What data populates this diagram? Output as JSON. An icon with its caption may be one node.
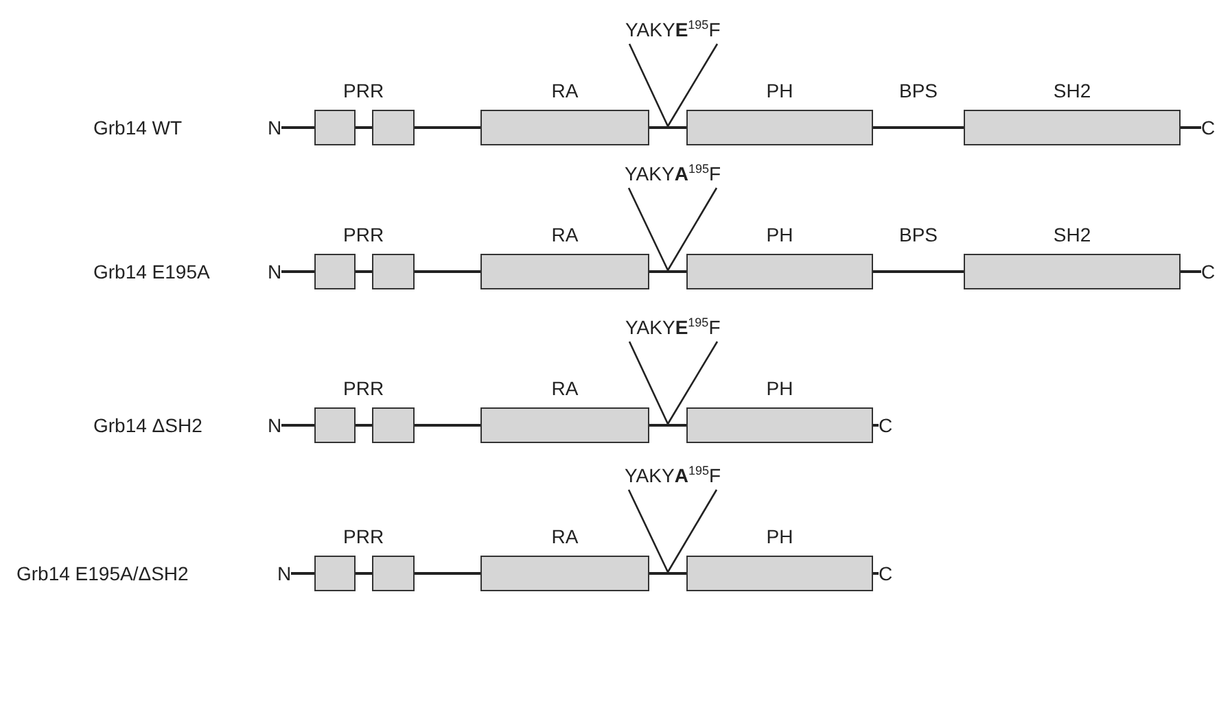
{
  "diagram": {
    "nodes": [
      {
        "text": [
          "YAKY**E**$^{195}$F"
        ]
      },
      {
        "text": [
          "N"
        ]
      },
      {
        "text": [],
        "shape": "box"
      },
      {
        "text": [],
        "shape": "box"
      },
      {
        "text": [
          "RA"
        ]
      },
      {
        "text": [],
        "shape": "bar"
      },
      {
        "text": [
          "PH"
        ]
      },
      {
        "text": [
          "SH2"
        ]
      },
      {
        "text": [
          "C"
        ]
      },
      {
        "text": [
          "YAKY**A**$^{195}$F"
        ]
      },
      {
        "text": [
          "N"
        ]
      },
      {
        "text": [],
        "shape": "box"
      },
      {
        "text": [],
        "shape": "box"
      },
      {
        "text": [
          "RA"
        ]
      },
      {
        "text": [],
        "shape": "bar"
      },
      {
        "text": [
          "PH"
        ]
      },
      {
        "text": [
          "SH2"
        ]
      },
      {
        "text": [
          "C"
        ]
      },
      {
        "text": [
          "YAKY**E**$^{195}$F"
        ]
      },
      {
        "text": [
          "N"
        ]
      },
      {
        "text": [],
        "shape": "box"
      },
      {
        "text": [],
        "shape": "box"
      },
      {
        "text": [
          "RA"
        ]
      },
      {
        "text": [],
        "shape": "bar"
      },
      {
        "text": [
          "PH"
        ]
      },
      {
        "text": [
          "C"
        ]
      },
      {
        "text": [
          "YAKY**A**$^{195}$F"
        ]
      },
      {
        "text": [
          "N"
        ]
      },
      {
        "text": [],
        "shape": "box"
      },
      {
        "text": [],
        "shape": "box"
      },
      {
        "text": [
          "RA"
        ]
      },
      {
        "text": [],
        "shape": "bar"
      },
      {
        "text": [
          "PH"
        ]
      },
      {
        "text": [
          "C"
        ]
      }
    ],
    "edges": [
      {
        "from": 0,
        "to": 5,
        "arrow": "none"
      },
      {
        "from": 0,
        "to": 5,
        "arrow": "none"
      },
      {
        "from": 1,
        "to": 2,
        "arrow": "none"
      },
      {
        "from": 2,
        "to": 3,
        "arrow": "none"
      },
      {
        "from": 3,
        "to": 4,
        "arrow": "none"
      },
      {
        "from": 6,
        "to": 7,
        "arrow": "none",
        "label": "BPS"
      },
      {
        "from": 7,
        "to": 8,
        "arrow": "none"
      },
      {
        "from": 9,
        "to": 14,
        "arrow": "none"
      },
      {
        "from": 9,
        "to": 14,
        "arrow": "none"
      },
      {
        "from": 10,
        "to": 11,
        "arrow": "none"
      },
      {
        "from": 11,
        "to": 12,
        "arrow": "none"
      },
      {
        "from": 12,
        "to": 13,
        "arrow": "none"
      },
      {
        "from": 15,
        "to": 16,
        "arrow": "none",
        "label": "BPS"
      },
      {
        "from": 16,
        "to": 17,
        "arrow": "none"
      },
      {
        "from": 18,
        "to": 23,
        "arrow": "none"
      },
      {
        "from": 18,
        "to": 23,
        "arrow": "none"
      },
      {
        "from": 19,
        "to": 20,
        "arrow": "none"
      },
      {
        "from": 20,
        "to": 21,
        "arrow": "none"
      },
      {
        "from": 21,
        "to": 22,
        "arrow": "none"
      },
      {
        "from": 24,
        "to": 25,
        "arrow": "none"
      },
      {
        "from": 26,
        "to": 31,
        "arrow": "none"
      },
      {
        "from": 26,
        "to": 31,
        "arrow": "none"
      },
      {
        "from": 27,
        "to": 28,
        "arrow": "none"
      },
      {
        "from": 28,
        "to": 29,
        "arrow": "none"
      },
      {
        "from": 29,
        "to": 30,
        "arrow": "none"
      },
      {
        "from": 32,
        "to": 33,
        "arrow": "none"
      }
    ],
    "labels": [
      "PRR",
      "Grb14 WT",
      "PRR",
      "Grb14 E195A",
      "PRR",
      "Grb14 ΔSH2",
      "PRR",
      "Grb14 E195A/ΔSH2"
    ]
  }
}
